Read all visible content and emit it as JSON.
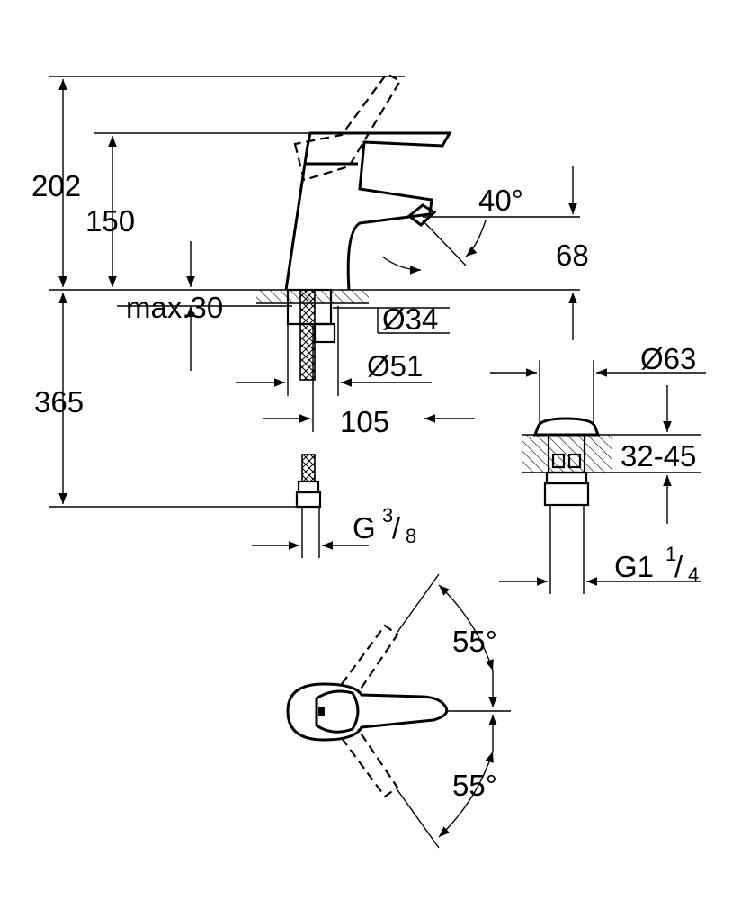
{
  "dimensions": {
    "total_height": "202",
    "spout_height": "150",
    "spout_reach_height": "68",
    "spout_angle": "40°",
    "max_deck_thickness": "max.30",
    "hole_diameter": "Ø34",
    "base_diameter": "Ø51",
    "spout_projection": "105",
    "hose_length": "365",
    "hose_thread_main": "G",
    "hose_thread_num": "3",
    "hose_thread_den": "8",
    "waste_diameter": "Ø63",
    "waste_deck_range": "32-45",
    "waste_thread_main": "G1",
    "waste_thread_num": "1",
    "waste_thread_den": "4",
    "lever_rotation_top": "55°",
    "lever_rotation_bottom": "55°"
  },
  "colors": {
    "ink": "#000000",
    "background": "#ffffff"
  }
}
